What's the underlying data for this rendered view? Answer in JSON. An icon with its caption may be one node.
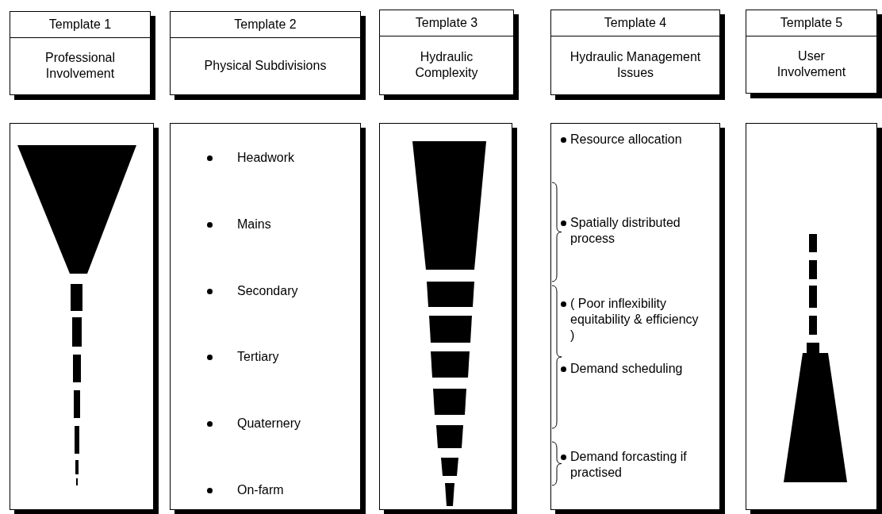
{
  "diagram": {
    "nodes": [
      {
        "text": [
          "Template 1",
          "Professional Involvement"
        ]
      },
      {
        "text": [
          "Template 2",
          "Physical Subdivisions"
        ]
      },
      {
        "text": [
          "Template 3",
          "Hydraulic Complexity"
        ]
      },
      {
        "text": [
          "Template 4",
          "Hydraulic Management Issues"
        ]
      },
      {
        "text": [
          "Template 5",
          "User Involvement"
        ]
      },
      {
        "text": [],
        "shape": "box"
      },
      {
        "text": [
          "Headwork",
          "Mains",
          "Secondary",
          "Tertiary",
          "Quaternery",
          "On-farm"
        ]
      },
      {
        "text": [],
        "shape": "box"
      },
      {
        "text": [
          "Resource allocation",
          "Spatially distributed process",
          "( Poor inflexibility equitability & efficiency )",
          "Demand scheduling",
          "Demand forcasting if practised"
        ]
      },
      {
        "text": [],
        "shape": "box"
      }
    ]
  }
}
